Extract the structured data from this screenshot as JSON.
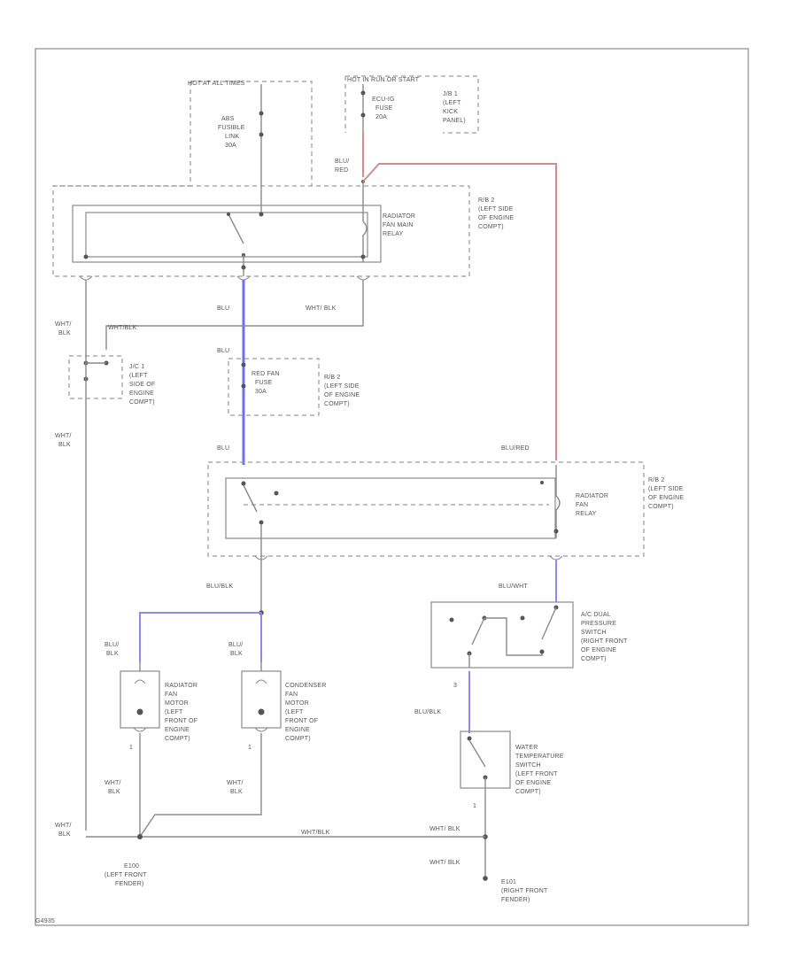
{
  "labels": {
    "hot_all_times_top": "HOT AT ALL TIMES",
    "hot_with_ignition": "HOT IN RUN OR START",
    "fusible_link": [
      "ABS",
      "FUSIBLE",
      "LINK",
      "30A"
    ],
    "ecu_ig_fuse": [
      "ECU-IG",
      "FUSE",
      "20A"
    ],
    "jb1_panel": [
      "J/B 1",
      "(LEFT",
      "KICK",
      "PANEL)"
    ],
    "blu_red_top": [
      "BLU/",
      "RED"
    ],
    "rb2_top": [
      "R/B 2",
      "(LEFT SIDE",
      "OF ENGINE",
      "COMPT)"
    ],
    "radiator_fan_main_relay": [
      "RADIATOR",
      "FAN MAIN",
      "RELAY"
    ],
    "blu_1": "BLU",
    "wht_blk_1": "WHT/ BLK",
    "wht_blk_left_1": [
      "WHT/",
      "BLK"
    ],
    "wht_blk_horiz": "WHT/BLK",
    "jc1": [
      "J/C 1",
      "(LEFT",
      "SIDE OF",
      "ENGINE",
      "COMPT)"
    ],
    "blu_2": "BLU",
    "red_fan_fuse": [
      "RED FAN",
      "FUSE",
      "30A"
    ],
    "rb2_mid": [
      "R/B 2",
      "(LEFT SIDE",
      "OF ENGINE",
      "COMPT)"
    ],
    "wht_blk_left_2": [
      "WHT/",
      "BLK"
    ],
    "blu_3": "BLU",
    "blu_red_mid": "BLU/RED",
    "rb2_lower": [
      "R/B 2",
      "(LEFT SIDE",
      "OF ENGINE",
      "COMPT)"
    ],
    "radiator_fan_relay": [
      "RADIATOR",
      "FAN",
      "RELAY"
    ],
    "blu_blk_1": "BLU/BLK",
    "blu_wht": "BLU/WHT",
    "blu_blk_left": [
      "BLU/",
      "BLK"
    ],
    "blu_blk_mid": [
      "BLU/",
      "BLK"
    ],
    "rad_fan_motor": [
      "RADIATOR",
      "FAN",
      "MOTOR",
      "(LEFT",
      "FRONT OF",
      "ENGINE",
      "COMPT)"
    ],
    "cond_fan_motor": [
      "CONDENSER",
      "FAN",
      "MOTOR",
      "(LEFT",
      "FRONT OF",
      "ENGINE",
      "COMPT)"
    ],
    "ac_dual_pressure": [
      "A/C DUAL",
      "PRESSURE",
      "SWITCH",
      "(RIGHT FRONT",
      "OF ENGINE",
      "COMPT)"
    ],
    "pin_3": "3",
    "blu_blk_2": "BLU/BLK",
    "water_temp_switch": [
      "WATER",
      "TEMPERATURE",
      "SWITCH",
      "(LEFT FRONT",
      "OF ENGINE",
      "COMPT)"
    ],
    "pin_1a": "1",
    "pin_1b": "1",
    "pin_1c": "1",
    "wht_blk_m1": [
      "WHT/",
      "BLK"
    ],
    "wht_blk_m2": [
      "WHT/",
      "BLK"
    ],
    "wht_blk_bottom_left": [
      "WHT/",
      "BLK"
    ],
    "wht_blk_bottom_mid": "WHT/BLK",
    "wht_blk_right_1": "WHT/ BLK",
    "wht_blk_right_2": "WHT/ BLK",
    "ground_left": [
      "E100",
      "(LEFT FRONT",
      "FENDER)"
    ],
    "ground_right": [
      "E101",
      "(RIGHT FRONT",
      "FENDER)"
    ],
    "figure_code": "G4935"
  },
  "colors": {
    "blue_wire": "#6f6ff0",
    "red_wire": "#d88a8a",
    "gray_wire": "#8a8a8a"
  }
}
